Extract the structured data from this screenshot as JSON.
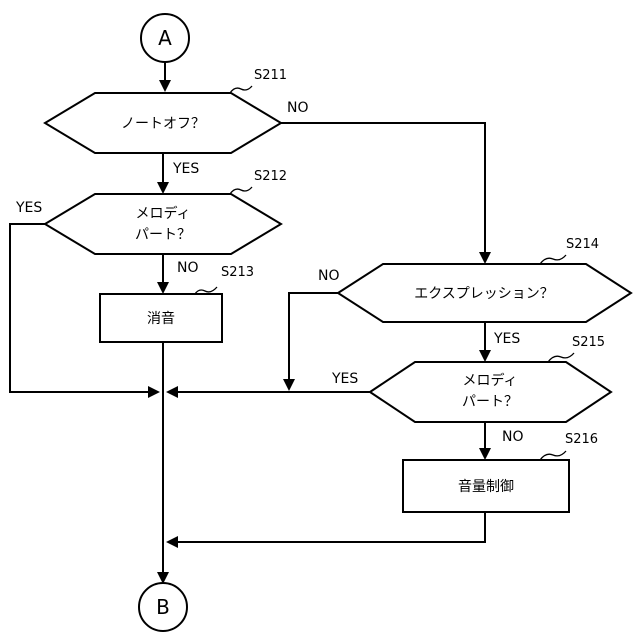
{
  "connectors": {
    "start": "A",
    "end": "B"
  },
  "steps": {
    "s211": {
      "id": "S211",
      "text": "ノートオフ？",
      "yes": "YES",
      "no": "NO"
    },
    "s212": {
      "id": "S212",
      "line1": "メロディ",
      "line2": "パート？",
      "yes": "YES",
      "no": "NO"
    },
    "s213": {
      "id": "S213",
      "text": "消音"
    },
    "s214": {
      "id": "S214",
      "text": "エクスプレッション？",
      "yes": "YES",
      "no": "NO"
    },
    "s215": {
      "id": "S215",
      "line1": "メロディ",
      "line2": "パート？",
      "yes": "YES",
      "no": "NO"
    },
    "s216": {
      "id": "S216",
      "text": "音量制御"
    }
  }
}
